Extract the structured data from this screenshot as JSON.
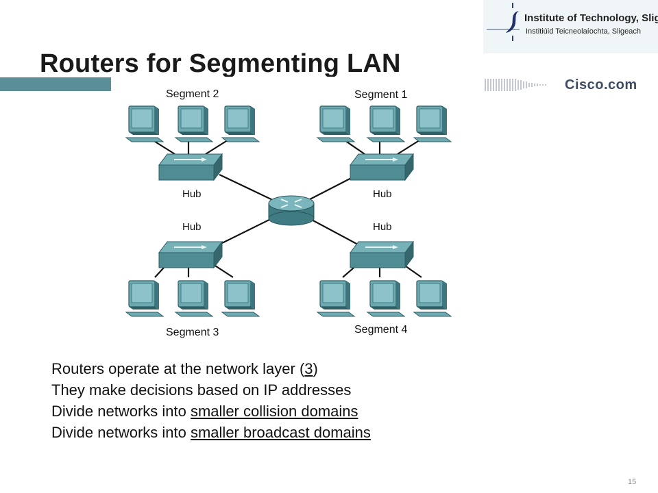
{
  "slide": {
    "title": "Routers for Segmenting LAN",
    "page_number": "15"
  },
  "logo": {
    "line1": "Institute of Technology, Sligo",
    "line2": "Institiúid Teicneolaíochta, Sligeach",
    "cisco": "Cisco.com"
  },
  "diagram": {
    "segments": [
      "Segment 2",
      "Segment 1",
      "Segment 3",
      "Segment 4"
    ],
    "hub_label": "Hub",
    "colors": {
      "device": "#5b9aa3",
      "device_dark": "#356b72",
      "line": "#111111"
    }
  },
  "bullets": [
    {
      "pre": "Routers operate at the network layer (",
      "link": "3",
      "post": ")"
    },
    {
      "pre": "They make decisions based on IP addresses",
      "link": "",
      "post": ""
    },
    {
      "pre": "Divide networks into ",
      "link": "smaller collision domains",
      "post": ""
    },
    {
      "pre": "Divide networks into ",
      "link": "smaller broadcast domains",
      "post": ""
    }
  ]
}
